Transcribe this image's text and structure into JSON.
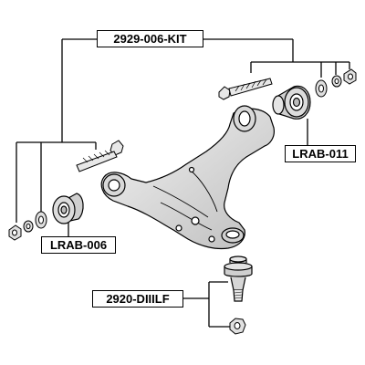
{
  "labels": {
    "kit": "2929-006-KIT",
    "bushing_rear": "LRAB-011",
    "bushing_front": "LRAB-006",
    "ball_joint": "2920-DIIILF"
  },
  "colors": {
    "line": "#000000",
    "background": "#ffffff"
  }
}
